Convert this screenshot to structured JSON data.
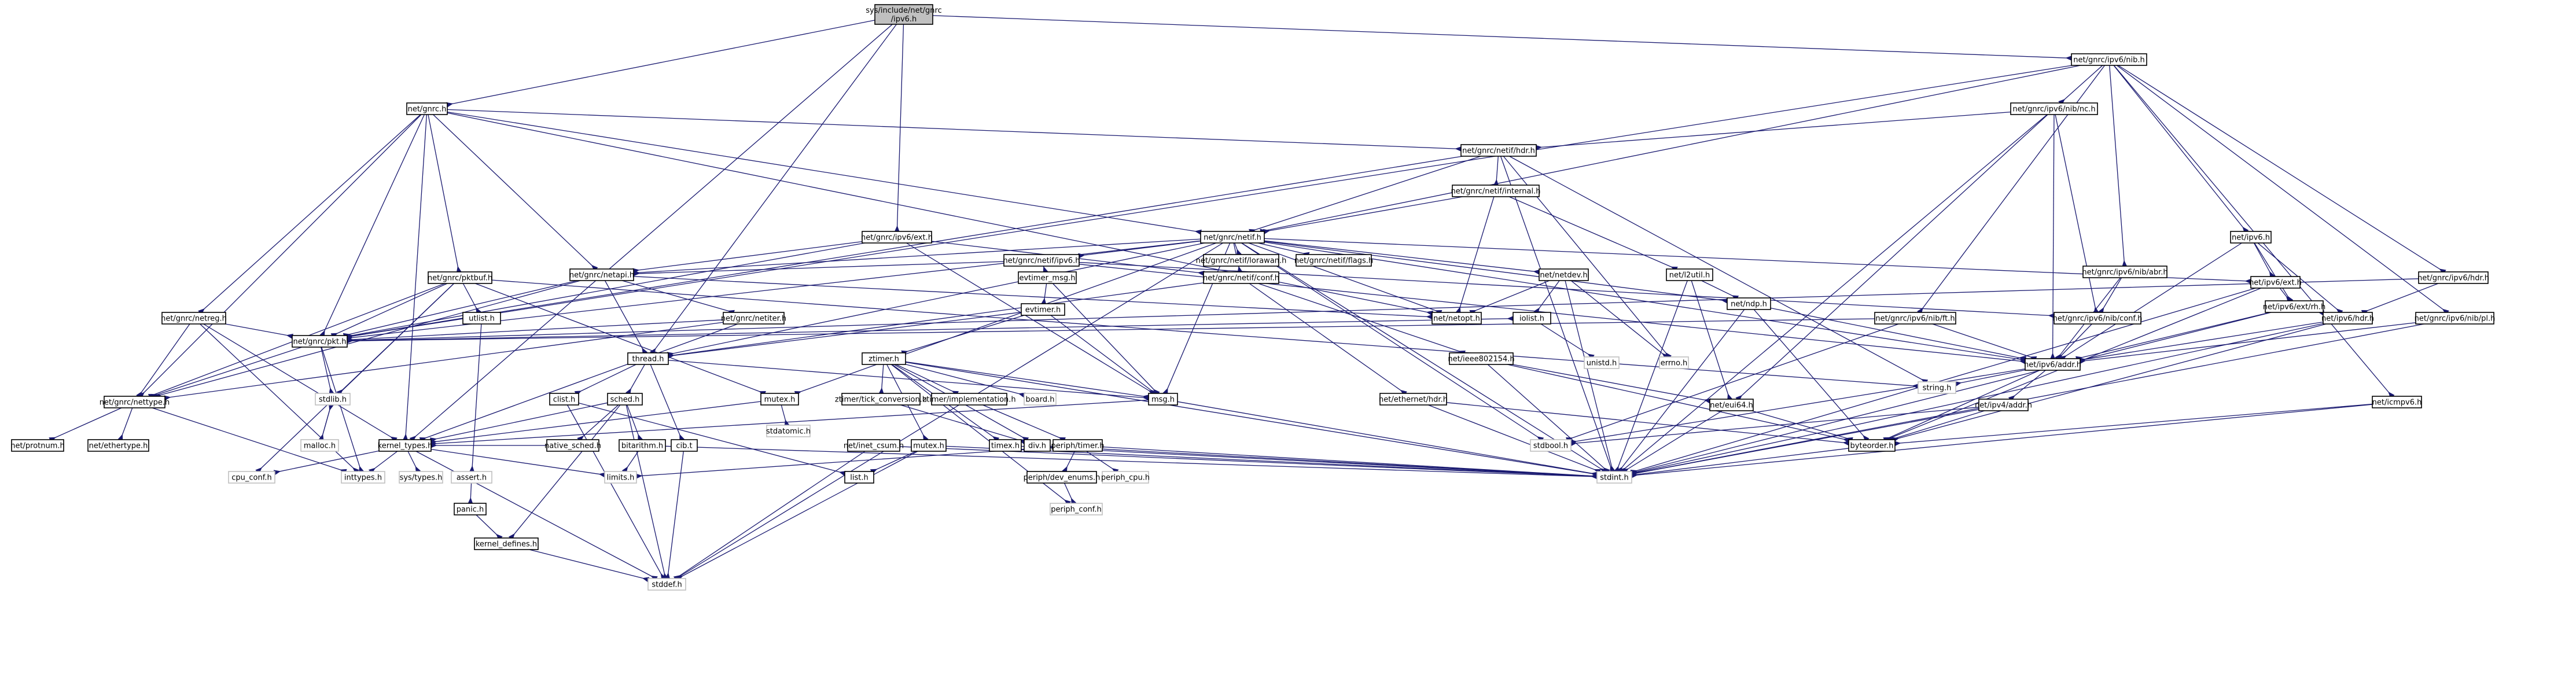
{
  "diagram": {
    "root": "n_root",
    "nodes": [
      {
        "id": "n_root",
        "lines": [
          "sys/include/net/gnrc",
          "/ipv6.h"
        ],
        "root": true
      },
      {
        "id": "n_ipv6nib",
        "lines": [
          "net/gnrc/ipv6/nib.h"
        ]
      },
      {
        "id": "n_gnrc",
        "lines": [
          "net/gnrc.h"
        ]
      },
      {
        "id": "n_nibnc",
        "lines": [
          "net/gnrc/ipv6/nib/nc.h"
        ]
      },
      {
        "id": "n_netifhdr",
        "lines": [
          "net/gnrc/netif/hdr.h"
        ]
      },
      {
        "id": "n_netifinternal",
        "lines": [
          "net/gnrc/netif/internal.h"
        ]
      },
      {
        "id": "n_ipv6ext",
        "lines": [
          "net/gnrc/ipv6/ext.h"
        ]
      },
      {
        "id": "n_netif",
        "lines": [
          "net/gnrc/netif.h"
        ]
      },
      {
        "id": "n_netipv6",
        "lines": [
          "net/ipv6.h"
        ]
      },
      {
        "id": "n_netifipv6",
        "lines": [
          "net/gnrc/netif/ipv6.h"
        ]
      },
      {
        "id": "n_netiflora",
        "lines": [
          "net/gnrc/netif/lorawan.h"
        ]
      },
      {
        "id": "n_netifflags",
        "lines": [
          "net/gnrc/netif/flags.h"
        ]
      },
      {
        "id": "n_ipv6ext2",
        "lines": [
          "net/ipv6/ext.h"
        ]
      },
      {
        "id": "n_pktbuf",
        "lines": [
          "net/gnrc/pktbuf.h"
        ]
      },
      {
        "id": "n_netapi",
        "lines": [
          "net/gnrc/netapi.h"
        ]
      },
      {
        "id": "n_evtimermsg",
        "lines": [
          "evtimer_msg.h"
        ]
      },
      {
        "id": "n_netifconf",
        "lines": [
          "net/gnrc/netif/conf.h"
        ]
      },
      {
        "id": "n_l2util",
        "lines": [
          "net/l2util.h"
        ]
      },
      {
        "id": "n_netdev",
        "lines": [
          "net/netdev.h"
        ]
      },
      {
        "id": "n_ipv6rh",
        "lines": [
          "net/ipv6/ext/rh.h"
        ]
      },
      {
        "id": "n_nibabr",
        "lines": [
          "net/gnrc/ipv6/nib/abr.h"
        ]
      },
      {
        "id": "n_ipv6hdr",
        "lines": [
          "net/gnrc/ipv6/hdr.h"
        ]
      },
      {
        "id": "n_netreg",
        "lines": [
          "net/gnrc/netreg.h"
        ]
      },
      {
        "id": "n_netiter",
        "lines": [
          "net/gnrc/netiter.h"
        ]
      },
      {
        "id": "n_utlist",
        "lines": [
          "utlist.h"
        ]
      },
      {
        "id": "n_evtimer",
        "lines": [
          "evtimer.h"
        ]
      },
      {
        "id": "n_netopt",
        "lines": [
          "net/netopt.h"
        ]
      },
      {
        "id": "n_ndp",
        "lines": [
          "net/ndp.h"
        ]
      },
      {
        "id": "n_iolist",
        "lines": [
          "iolist.h"
        ]
      },
      {
        "id": "n_nibconf",
        "lines": [
          "net/gnrc/ipv6/nib/conf.h"
        ]
      },
      {
        "id": "n_nibft",
        "lines": [
          "net/gnrc/ipv6/nib/ft.h"
        ]
      },
      {
        "id": "n_ipv6hdr2",
        "lines": [
          "net/ipv6/hdr.h"
        ]
      },
      {
        "id": "n_nibpl",
        "lines": [
          "net/gnrc/ipv6/nib/pl.h"
        ]
      },
      {
        "id": "n_pkt",
        "lines": [
          "net/gnrc/pkt.h"
        ]
      },
      {
        "id": "n_thread",
        "lines": [
          "thread.h"
        ]
      },
      {
        "id": "n_ztimer",
        "lines": [
          "ztimer.h"
        ]
      },
      {
        "id": "n_ieee",
        "lines": [
          "net/ieee802154.h"
        ]
      },
      {
        "id": "n_unistd",
        "lines": [
          "unistd.h"
        ]
      },
      {
        "id": "n_errno",
        "lines": [
          "errno.h"
        ]
      },
      {
        "id": "n_ipv6addr",
        "lines": [
          "net/ipv6/addr.h"
        ]
      },
      {
        "id": "n_stringh",
        "lines": [
          "string.h"
        ]
      },
      {
        "id": "n_nettype",
        "lines": [
          "net/gnrc/nettype.h"
        ]
      },
      {
        "id": "n_stdlib",
        "lines": [
          "stdlib.h"
        ]
      },
      {
        "id": "n_clist",
        "lines": [
          "clist.h"
        ]
      },
      {
        "id": "n_sched",
        "lines": [
          "sched.h"
        ]
      },
      {
        "id": "n_mutex",
        "lines": [
          "mutex.h"
        ]
      },
      {
        "id": "n_stdatomic",
        "lines": [
          "stdatomic.h"
        ]
      },
      {
        "id": "n_ztconv",
        "lines": [
          "ztimer/tick_conversion.h"
        ]
      },
      {
        "id": "n_ztimpl",
        "lines": [
          "ztimer/implementation.h"
        ]
      },
      {
        "id": "n_board",
        "lines": [
          "board.h"
        ]
      },
      {
        "id": "n_msg",
        "lines": [
          "msg.h"
        ]
      },
      {
        "id": "n_eui64",
        "lines": [
          "net/eui64.h"
        ]
      },
      {
        "id": "n_ethhdr",
        "lines": [
          "net/ethernet/hdr.h"
        ]
      },
      {
        "id": "n_ipv4addr",
        "lines": [
          "net/ipv4/addr.h"
        ]
      },
      {
        "id": "n_icmpv6",
        "lines": [
          "net/icmpv6.h"
        ]
      },
      {
        "id": "n_protnum",
        "lines": [
          "net/protnum.h"
        ]
      },
      {
        "id": "n_ethertype",
        "lines": [
          "net/ethertype.h"
        ]
      },
      {
        "id": "n_malloc",
        "lines": [
          "malloc.h"
        ]
      },
      {
        "id": "n_kernel",
        "lines": [
          "kernel_types.h"
        ]
      },
      {
        "id": "n_native",
        "lines": [
          "native_sched.h"
        ]
      },
      {
        "id": "n_bitarith",
        "lines": [
          "bitarithm.h"
        ]
      },
      {
        "id": "n_cibt",
        "lines": [
          "cib.t"
        ]
      },
      {
        "id": "n_inetcsum",
        "lines": [
          "net/inet_csum.h"
        ]
      },
      {
        "id": "n_mutex2",
        "lines": [
          "mutex.h"
        ]
      },
      {
        "id": "n_timex",
        "lines": [
          "timex.h"
        ]
      },
      {
        "id": "n_div",
        "lines": [
          "div.h"
        ]
      },
      {
        "id": "n_periphtimer",
        "lines": [
          "periph/timer.h"
        ]
      },
      {
        "id": "n_stdbool",
        "lines": [
          "stdbool.h"
        ]
      },
      {
        "id": "n_byteorder",
        "lines": [
          "byteorder.h"
        ]
      },
      {
        "id": "n_cpuconf",
        "lines": [
          "cpu_conf.h"
        ]
      },
      {
        "id": "n_inttypes",
        "lines": [
          "inttypes.h"
        ]
      },
      {
        "id": "n_systypes",
        "lines": [
          "sys/types.h"
        ]
      },
      {
        "id": "n_asserth",
        "lines": [
          "assert.h"
        ]
      },
      {
        "id": "n_limits",
        "lines": [
          "limits.h"
        ]
      },
      {
        "id": "n_listh",
        "lines": [
          "list.h"
        ]
      },
      {
        "id": "n_stdint",
        "lines": [
          "stdint.h"
        ]
      },
      {
        "id": "n_periphdev",
        "lines": [
          "periph/dev_enums.h"
        ]
      },
      {
        "id": "n_periphcpu",
        "lines": [
          "periph_cpu.h"
        ]
      },
      {
        "id": "n_periphconf",
        "lines": [
          "periph_conf.h"
        ]
      },
      {
        "id": "n_panic",
        "lines": [
          "panic.h"
        ]
      },
      {
        "id": "n_kdefines",
        "lines": [
          "kernel_defines.h"
        ]
      },
      {
        "id": "n_stddef",
        "lines": [
          "stddef.h"
        ]
      }
    ],
    "edges": [
      [
        "n_root",
        "n_ipv6nib"
      ],
      [
        "n_root",
        "n_gnrc"
      ],
      [
        "n_root",
        "n_ipv6ext"
      ],
      [
        "n_root",
        "n_thread"
      ],
      [
        "n_root",
        "n_kernel"
      ],
      [
        "n_ipv6nib",
        "n_nibnc"
      ],
      [
        "n_ipv6nib",
        "n_netif"
      ],
      [
        "n_ipv6nib",
        "n_netipv6"
      ],
      [
        "n_ipv6nib",
        "n_nibabr"
      ],
      [
        "n_ipv6nib",
        "n_ipv6hdr"
      ],
      [
        "n_ipv6nib",
        "n_nibft"
      ],
      [
        "n_ipv6nib",
        "n_nibpl"
      ],
      [
        "n_ipv6nib",
        "n_icmpv6"
      ],
      [
        "n_ipv6nib",
        "n_pkt"
      ],
      [
        "n_gnrc",
        "n_netifhdr"
      ],
      [
        "n_gnrc",
        "n_netapi"
      ],
      [
        "n_gnrc",
        "n_pktbuf"
      ],
      [
        "n_gnrc",
        "n_netreg"
      ],
      [
        "n_gnrc",
        "n_nettype"
      ],
      [
        "n_gnrc",
        "n_pkt"
      ],
      [
        "n_gnrc",
        "n_netif"
      ],
      [
        "n_gnrc",
        "n_kernel"
      ],
      [
        "n_gnrc",
        "n_netopt"
      ],
      [
        "n_nibnc",
        "n_netifhdr"
      ],
      [
        "n_nibnc",
        "n_nibconf"
      ],
      [
        "n_nibnc",
        "n_ipv6addr"
      ],
      [
        "n_nibnc",
        "n_stdint"
      ],
      [
        "n_nibnc",
        "n_eui64"
      ],
      [
        "n_netifhdr",
        "n_netifinternal"
      ],
      [
        "n_netifhdr",
        "n_netif"
      ],
      [
        "n_netifhdr",
        "n_pkt"
      ],
      [
        "n_netifhdr",
        "n_errno"
      ],
      [
        "n_netifhdr",
        "n_stringh"
      ],
      [
        "n_netifhdr",
        "n_stdint"
      ],
      [
        "n_netifinternal",
        "n_netif"
      ],
      [
        "n_netifinternal",
        "n_netopt"
      ],
      [
        "n_netifinternal",
        "n_l2util"
      ],
      [
        "n_ipv6ext",
        "n_netapi"
      ],
      [
        "n_ipv6ext",
        "n_pkt"
      ],
      [
        "n_ipv6ext",
        "n_msg"
      ],
      [
        "n_ipv6ext",
        "n_netifconf"
      ],
      [
        "n_netif",
        "n_netifipv6"
      ],
      [
        "n_netif",
        "n_netiflora"
      ],
      [
        "n_netif",
        "n_netifflags"
      ],
      [
        "n_netif",
        "n_netifconf"
      ],
      [
        "n_netif",
        "n_netdev"
      ],
      [
        "n_netif",
        "n_ndp"
      ],
      [
        "n_netif",
        "n_netapi"
      ],
      [
        "n_netif",
        "n_pkt"
      ],
      [
        "n_netif",
        "n_netopt"
      ],
      [
        "n_netif",
        "n_msg"
      ],
      [
        "n_netif",
        "n_thread"
      ],
      [
        "n_netif",
        "n_ipv6addr"
      ],
      [
        "n_netif",
        "n_mutex"
      ],
      [
        "n_netif",
        "n_stddef"
      ],
      [
        "n_netif",
        "n_stdint"
      ],
      [
        "n_netif",
        "n_stdbool"
      ],
      [
        "n_netif",
        "n_ipv6ext2"
      ],
      [
        "n_netipv6",
        "n_ipv6ext2"
      ],
      [
        "n_netipv6",
        "n_ipv6rh"
      ],
      [
        "n_netipv6",
        "n_ipv6hdr2"
      ],
      [
        "n_netipv6",
        "n_ipv6addr"
      ],
      [
        "n_netifipv6",
        "n_evtimermsg"
      ],
      [
        "n_netifipv6",
        "n_ipv6addr"
      ],
      [
        "n_netifipv6",
        "n_netapi"
      ],
      [
        "n_netifipv6",
        "n_nibconf"
      ],
      [
        "n_evtimermsg",
        "n_evtimer"
      ],
      [
        "n_evtimermsg",
        "n_msg"
      ],
      [
        "n_evtimer",
        "n_ztimer"
      ],
      [
        "n_evtimer",
        "n_thread"
      ],
      [
        "n_evtimer",
        "n_msg"
      ],
      [
        "n_netifconf",
        "n_ieee"
      ],
      [
        "n_netifconf",
        "n_ethhdr"
      ],
      [
        "n_netifconf",
        "n_thread"
      ],
      [
        "n_l2util",
        "n_eui64"
      ],
      [
        "n_l2util",
        "n_ndp"
      ],
      [
        "n_l2util",
        "n_stdint"
      ],
      [
        "n_netdev",
        "n_iolist"
      ],
      [
        "n_netdev",
        "n_netopt"
      ],
      [
        "n_netdev",
        "n_errno"
      ],
      [
        "n_netdev",
        "n_stdint"
      ],
      [
        "n_iolist",
        "n_unistd"
      ],
      [
        "n_ipv6ext2",
        "n_ipv6rh"
      ],
      [
        "n_ipv6ext2",
        "n_stdint"
      ],
      [
        "n_ipv6ext2",
        "n_byteorder"
      ],
      [
        "n_ipv6rh",
        "n_ipv6addr"
      ],
      [
        "n_ipv6rh",
        "n_ipv6hdr2"
      ],
      [
        "n_ipv6rh",
        "n_stdint"
      ],
      [
        "n_ipv6hdr2",
        "n_ipv6addr"
      ],
      [
        "n_ipv6hdr2",
        "n_byteorder"
      ],
      [
        "n_ipv6hdr2",
        "n_stdint"
      ],
      [
        "n_ipv6addr",
        "n_ipv4addr"
      ],
      [
        "n_ipv6addr",
        "n_byteorder"
      ],
      [
        "n_ipv6addr",
        "n_stringh"
      ],
      [
        "n_ipv6addr",
        "n_stdbool"
      ],
      [
        "n_ipv4addr",
        "n_byteorder"
      ],
      [
        "n_ipv4addr",
        "n_stdbool"
      ],
      [
        "n_ipv4addr",
        "n_stdint"
      ],
      [
        "n_byteorder",
        "n_stdint"
      ],
      [
        "n_pktbuf",
        "n_pkt"
      ],
      [
        "n_pktbuf",
        "n_nettype"
      ],
      [
        "n_pktbuf",
        "n_utlist"
      ],
      [
        "n_pktbuf",
        "n_mutex"
      ],
      [
        "n_pktbuf",
        "n_stdlib"
      ],
      [
        "n_pktbuf",
        "n_stringh"
      ],
      [
        "n_pktbuf",
        "n_cpuconf"
      ],
      [
        "n_netapi",
        "n_thread"
      ],
      [
        "n_netapi",
        "n_netopt"
      ],
      [
        "n_netapi",
        "n_pkt"
      ],
      [
        "n_netapi",
        "n_netiter"
      ],
      [
        "n_netapi",
        "n_nettype"
      ],
      [
        "n_netreg",
        "n_nettype"
      ],
      [
        "n_netreg",
        "n_pkt"
      ],
      [
        "n_netreg",
        "n_kernel"
      ],
      [
        "n_netreg",
        "n_inttypes"
      ],
      [
        "n_netiter",
        "n_nettype"
      ],
      [
        "n_netiter",
        "n_kernel"
      ],
      [
        "n_netiter",
        "n_pkt"
      ],
      [
        "n_ndp",
        "n_ipv6addr"
      ],
      [
        "n_ndp",
        "n_byteorder"
      ],
      [
        "n_ndp",
        "n_stdint"
      ],
      [
        "n_nibconf",
        "n_ipv6addr"
      ],
      [
        "n_nibft",
        "n_ipv6addr"
      ],
      [
        "n_nibft",
        "n_pkt"
      ],
      [
        "n_nibft",
        "n_stdbool"
      ],
      [
        "n_nibabr",
        "n_nibconf"
      ],
      [
        "n_nibabr",
        "n_ipv6addr"
      ],
      [
        "n_ipv6hdr",
        "n_ipv6hdr2"
      ],
      [
        "n_ipv6hdr",
        "n_pkt"
      ],
      [
        "n_nibpl",
        "n_ipv6addr"
      ],
      [
        "n_nibpl",
        "n_stdint"
      ],
      [
        "n_icmpv6",
        "n_byteorder"
      ],
      [
        "n_icmpv6",
        "n_stdint"
      ],
      [
        "n_pkt",
        "n_nettype"
      ],
      [
        "n_pkt",
        "n_stdlib"
      ],
      [
        "n_pkt",
        "n_iolist"
      ],
      [
        "n_pkt",
        "n_inttypes"
      ],
      [
        "n_nettype",
        "n_protnum"
      ],
      [
        "n_nettype",
        "n_ethertype"
      ],
      [
        "n_nettype",
        "n_inttypes"
      ],
      [
        "n_thread",
        "n_clist"
      ],
      [
        "n_thread",
        "n_sched"
      ],
      [
        "n_thread",
        "n_msg"
      ],
      [
        "n_thread",
        "n_cibt"
      ],
      [
        "n_sched",
        "n_kernel"
      ],
      [
        "n_sched",
        "n_native"
      ],
      [
        "n_sched",
        "n_bitarith"
      ],
      [
        "n_sched",
        "n_stddef"
      ],
      [
        "n_sched",
        "n_kdefines"
      ],
      [
        "n_bitarith",
        "n_limits"
      ],
      [
        "n_bitarith",
        "n_stdint"
      ],
      [
        "n_kernel",
        "n_cpuconf"
      ],
      [
        "n_kernel",
        "n_inttypes"
      ],
      [
        "n_kernel",
        "n_systypes"
      ],
      [
        "n_kernel",
        "n_stddef"
      ],
      [
        "n_kernel",
        "n_limits"
      ],
      [
        "n_clist",
        "n_listh"
      ],
      [
        "n_clist",
        "n_stddef"
      ],
      [
        "n_msg",
        "n_kernel"
      ],
      [
        "n_msg",
        "n_stdint"
      ],
      [
        "n_mutex",
        "n_stdatomic"
      ],
      [
        "n_mutex",
        "n_kernel"
      ],
      [
        "n_ztimer",
        "n_mutex2"
      ],
      [
        "n_ztimer",
        "n_timex"
      ],
      [
        "n_ztimer",
        "n_div"
      ],
      [
        "n_ztimer",
        "n_ztconv"
      ],
      [
        "n_ztimer",
        "n_ztimpl"
      ],
      [
        "n_ztimer",
        "n_board"
      ],
      [
        "n_ztimer",
        "n_msg"
      ],
      [
        "n_ztimer",
        "n_stdint"
      ],
      [
        "n_ztimer",
        "n_periphconf"
      ],
      [
        "n_ztimpl",
        "n_periphtimer"
      ],
      [
        "n_ztconv",
        "n_div"
      ],
      [
        "n_periphtimer",
        "n_periphdev"
      ],
      [
        "n_periphtimer",
        "n_periphcpu"
      ],
      [
        "n_periphtimer",
        "n_limits"
      ],
      [
        "n_periphtimer",
        "n_stdint"
      ],
      [
        "n_periphdev",
        "n_periphconf"
      ],
      [
        "n_mutex2",
        "n_listh"
      ],
      [
        "n_mutex2",
        "n_stddef"
      ],
      [
        "n_mutex2",
        "n_stdint"
      ],
      [
        "n_timex",
        "n_stdint"
      ],
      [
        "n_div",
        "n_stdint"
      ],
      [
        "n_inetcsum",
        "n_stddef"
      ],
      [
        "n_inetcsum",
        "n_stdint"
      ],
      [
        "n_ieee",
        "n_eui64"
      ],
      [
        "n_ieee",
        "n_byteorder"
      ],
      [
        "n_ieee",
        "n_stdint"
      ],
      [
        "n_ethhdr",
        "n_byteorder"
      ],
      [
        "n_ethhdr",
        "n_stdint"
      ],
      [
        "n_eui64",
        "n_byteorder"
      ],
      [
        "n_eui64",
        "n_stdint"
      ],
      [
        "n_utlist",
        "n_asserth"
      ],
      [
        "n_malloc",
        "n_stdlib"
      ],
      [
        "n_stdlib",
        "n_malloc"
      ],
      [
        "n_asserth",
        "n_panic"
      ],
      [
        "n_panic",
        "n_kdefines"
      ],
      [
        "n_kdefines",
        "n_stddef"
      ],
      [
        "n_native",
        "n_kernel"
      ],
      [
        "n_cibt",
        "n_stddef"
      ]
    ]
  }
}
